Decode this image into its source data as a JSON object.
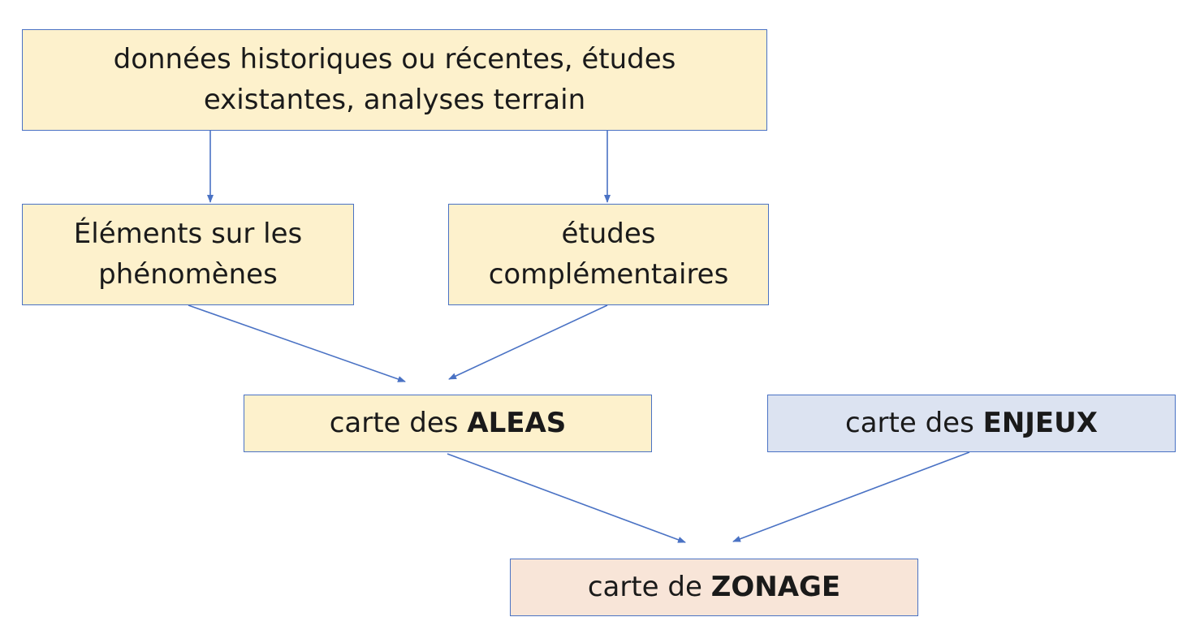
{
  "colors": {
    "border": "#4a72c4",
    "arrow": "#4a72c4",
    "yellow_fill": "#fdf1cc",
    "blue_fill": "#dce3f1",
    "peach_fill": "#f8e5d8",
    "text": "#1a1a1a"
  },
  "nodes": {
    "sources": {
      "line1": "données historiques ou récentes, études",
      "line2": "existantes, analyses terrain"
    },
    "elements": {
      "line1": "Éléments sur les",
      "line2": "phénomènes"
    },
    "etudes": {
      "line1": "études",
      "line2": "complémentaires"
    },
    "aleas": {
      "prefix": "carte des ",
      "emphasis": "ALEAS"
    },
    "enjeux": {
      "prefix": "carte des ",
      "emphasis": "ENJEUX"
    },
    "zonage": {
      "prefix": "carte de ",
      "emphasis": "ZONAGE"
    }
  },
  "edges": [
    {
      "from": "sources",
      "to": "elements"
    },
    {
      "from": "sources",
      "to": "etudes"
    },
    {
      "from": "elements",
      "to": "aleas"
    },
    {
      "from": "etudes",
      "to": "aleas"
    },
    {
      "from": "aleas",
      "to": "zonage"
    },
    {
      "from": "enjeux",
      "to": "zonage"
    }
  ]
}
